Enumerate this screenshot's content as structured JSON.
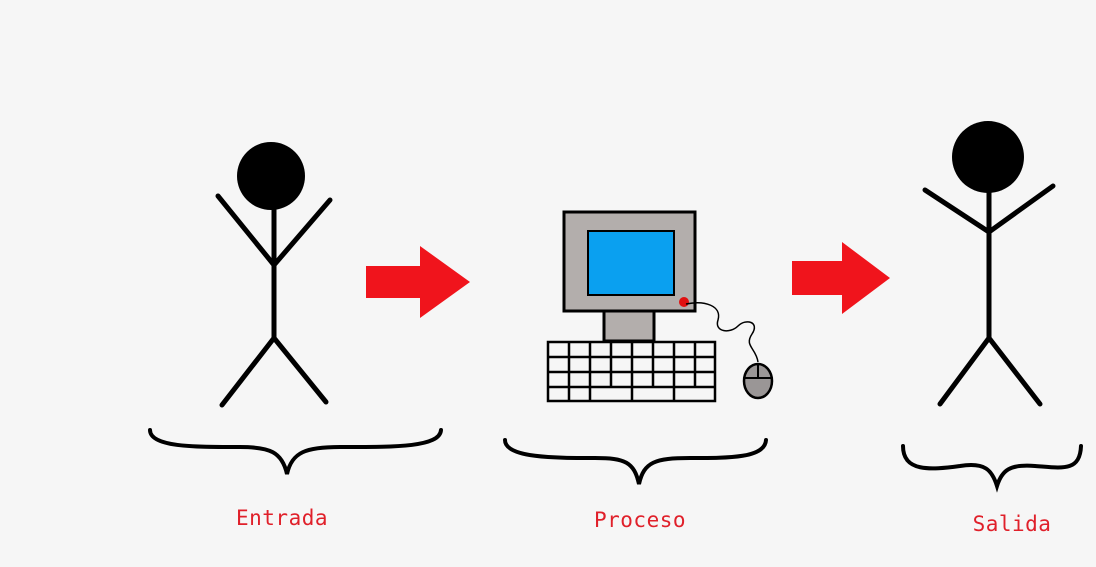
{
  "stages": {
    "input": {
      "label": "Entrada"
    },
    "process": {
      "label": "Proceso"
    },
    "output": {
      "label": "Salida"
    }
  },
  "colors": {
    "label_text": "#e0202a",
    "arrow": "#f0141c",
    "ink": "#000000",
    "screen": "#0aa0f0",
    "monitor_body": "#b3aeac",
    "power_led": "#e01010",
    "background": "#f6f6f6"
  },
  "icons": {
    "input_figure": "stick-figure-icon",
    "output_figure": "stick-figure-icon",
    "process_device": "computer-icon",
    "flow_arrow": "arrow-right-icon"
  }
}
